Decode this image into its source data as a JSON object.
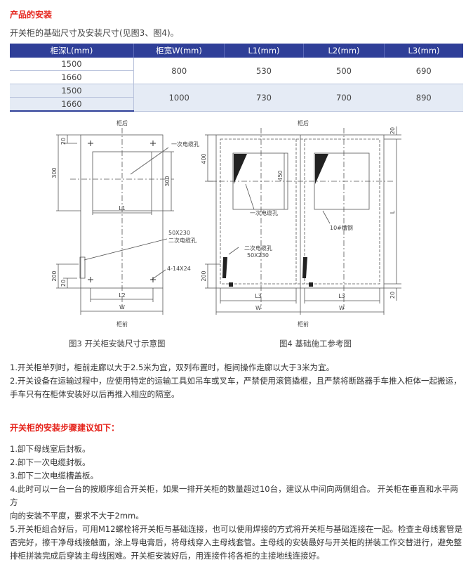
{
  "section1_title": "产品的安装",
  "intro": "开关柜的基础尺寸及安装尺寸(见图3、图4)。",
  "table": {
    "headers": [
      "柜深L(mm)",
      "柜宽W(mm)",
      "L1(mm)",
      "L2(mm)",
      "L3(mm)"
    ],
    "groups": [
      {
        "depths": [
          "1500",
          "1660"
        ],
        "width": "800",
        "l1": "530",
        "l2": "500",
        "l3": "690"
      },
      {
        "depths": [
          "1500",
          "1660"
        ],
        "width": "1000",
        "l1": "730",
        "l2": "700",
        "l3": "890"
      }
    ]
  },
  "fig3": {
    "top": "柜后",
    "bottom": "柜前",
    "label_hole1": "一次电缆孔",
    "label_hole2_size": "50X230",
    "label_hole2": "二次电缆孔",
    "label_bolts": "4-14X24",
    "dims": {
      "d20_top": "20",
      "d300_left": "300",
      "d300_right": "300",
      "d200": "200",
      "d20_bot": "20",
      "l1": "L1",
      "l2": "L2",
      "w": "W"
    },
    "caption": "图3 开关柜安装尺寸示意图"
  },
  "fig4": {
    "top": "柜后",
    "bottom": "柜前",
    "label_hole1": "一次电缆孔",
    "label_channel": "10#槽钢",
    "label_hole2": "二次电缆孔",
    "label_hole2_size": "50X230",
    "dims": {
      "d20_top": "20",
      "d400": "400",
      "d450": "450",
      "l": "L",
      "d200": "200",
      "d20_bot": "20",
      "l3a": "L3",
      "l3b": "L3",
      "w_a": "W",
      "w_b": "W"
    },
    "caption": "图4 基础施工参考图"
  },
  "notes": [
    "1.开关柜单列时，柜前走廊以大于2.5米为宜，双列布置时，柜间操作走廊以大于3米为宜。",
    "2.开关设备在运输过程中，应使用特定的运输工具如吊车或叉车，严禁使用滚筒撬棍，且严禁将断路器手车推入柜体一起搬运，",
    "手车只有在柜体安装好以后再推入相应的隔室。"
  ],
  "section2_title": "开关柜的安装步骤建议如下：",
  "steps": [
    "1.卸下母线室后封板。",
    "2.卸下一次电缆封板。",
    "3.卸下二次电缆槽盖板。",
    "4.此时可以一台一台的按顺序组合开关柜，如果一排开关柜的数量超过10台，建议从中间向两侧组合。 开关柜在垂直和水平两方",
    "向的安装不平度，要求不大于2mm。",
    "5.开关柜组合好后，可用M12螺栓将开关柜与基础连接，也可以使用焊接的方式将开关柜与基础连接在一起。检查主母线套管是",
    "否完好，擦干净母线接触面，涂上导电膏后，将母线穿入主母线套管。主母线的安装最好与开关柜的拼装工作交替进行，避免整",
    "排柜拼装完成后穿装主母线困难。开关柜安装好后，用连接件将各柜的主接地线连接好。"
  ],
  "colors": {
    "accent_red": "#e5231b",
    "header_blue": "#2f3f98",
    "row_tint": "#e5ebf5"
  }
}
